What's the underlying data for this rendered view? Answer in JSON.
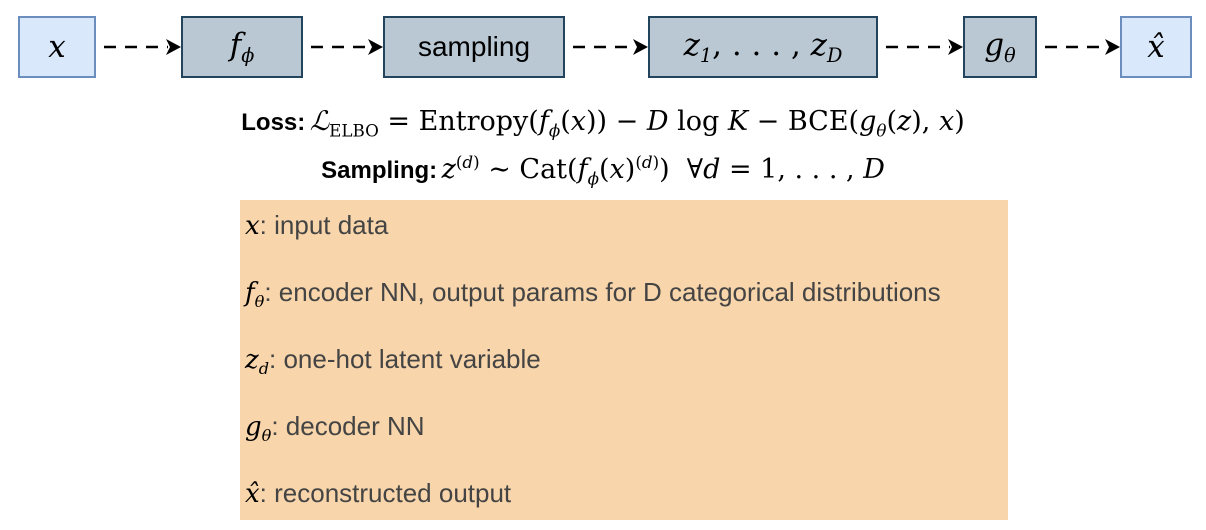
{
  "nodes": {
    "x": {
      "label": "x"
    },
    "f": {
      "label": "f",
      "sub": "ϕ"
    },
    "sampling": {
      "label": "sampling"
    },
    "z": {
      "label_z1": "z",
      "sub1": "1",
      "mid": ", . . . , ",
      "label_zD": "z",
      "subD": "D"
    },
    "g": {
      "label": "g",
      "sub": "θ"
    },
    "xhat": {
      "label": "x̂"
    }
  },
  "equations": {
    "loss_label": "Loss:",
    "loss_expr": "ℒ_ELBO = Entropy(f_ϕ(x)) − D log K − BCE(g_θ(z), x)",
    "sampling_label": "Sampling:",
    "sampling_expr": "z^(d) ∼ Cat(f_ϕ(x)^(d))  ∀d = 1, . . . , D"
  },
  "legend": [
    {
      "sym": "x",
      "sub": "",
      "desc": ": input data"
    },
    {
      "sym": "f",
      "sub": "θ",
      "desc": ": encoder NN, output params for D categorical distributions"
    },
    {
      "sym": "z",
      "sub": "d",
      "desc": ": one-hot latent variable"
    },
    {
      "sym": "g",
      "sub": "θ",
      "desc": ": decoder NN"
    },
    {
      "sym": "x̂",
      "sub": "",
      "desc": ": reconstructed output"
    }
  ],
  "colors": {
    "io_fill": "#dae8fc",
    "proc_fill": "#bac8d3",
    "legend_fill": "#f8d5aa"
  }
}
